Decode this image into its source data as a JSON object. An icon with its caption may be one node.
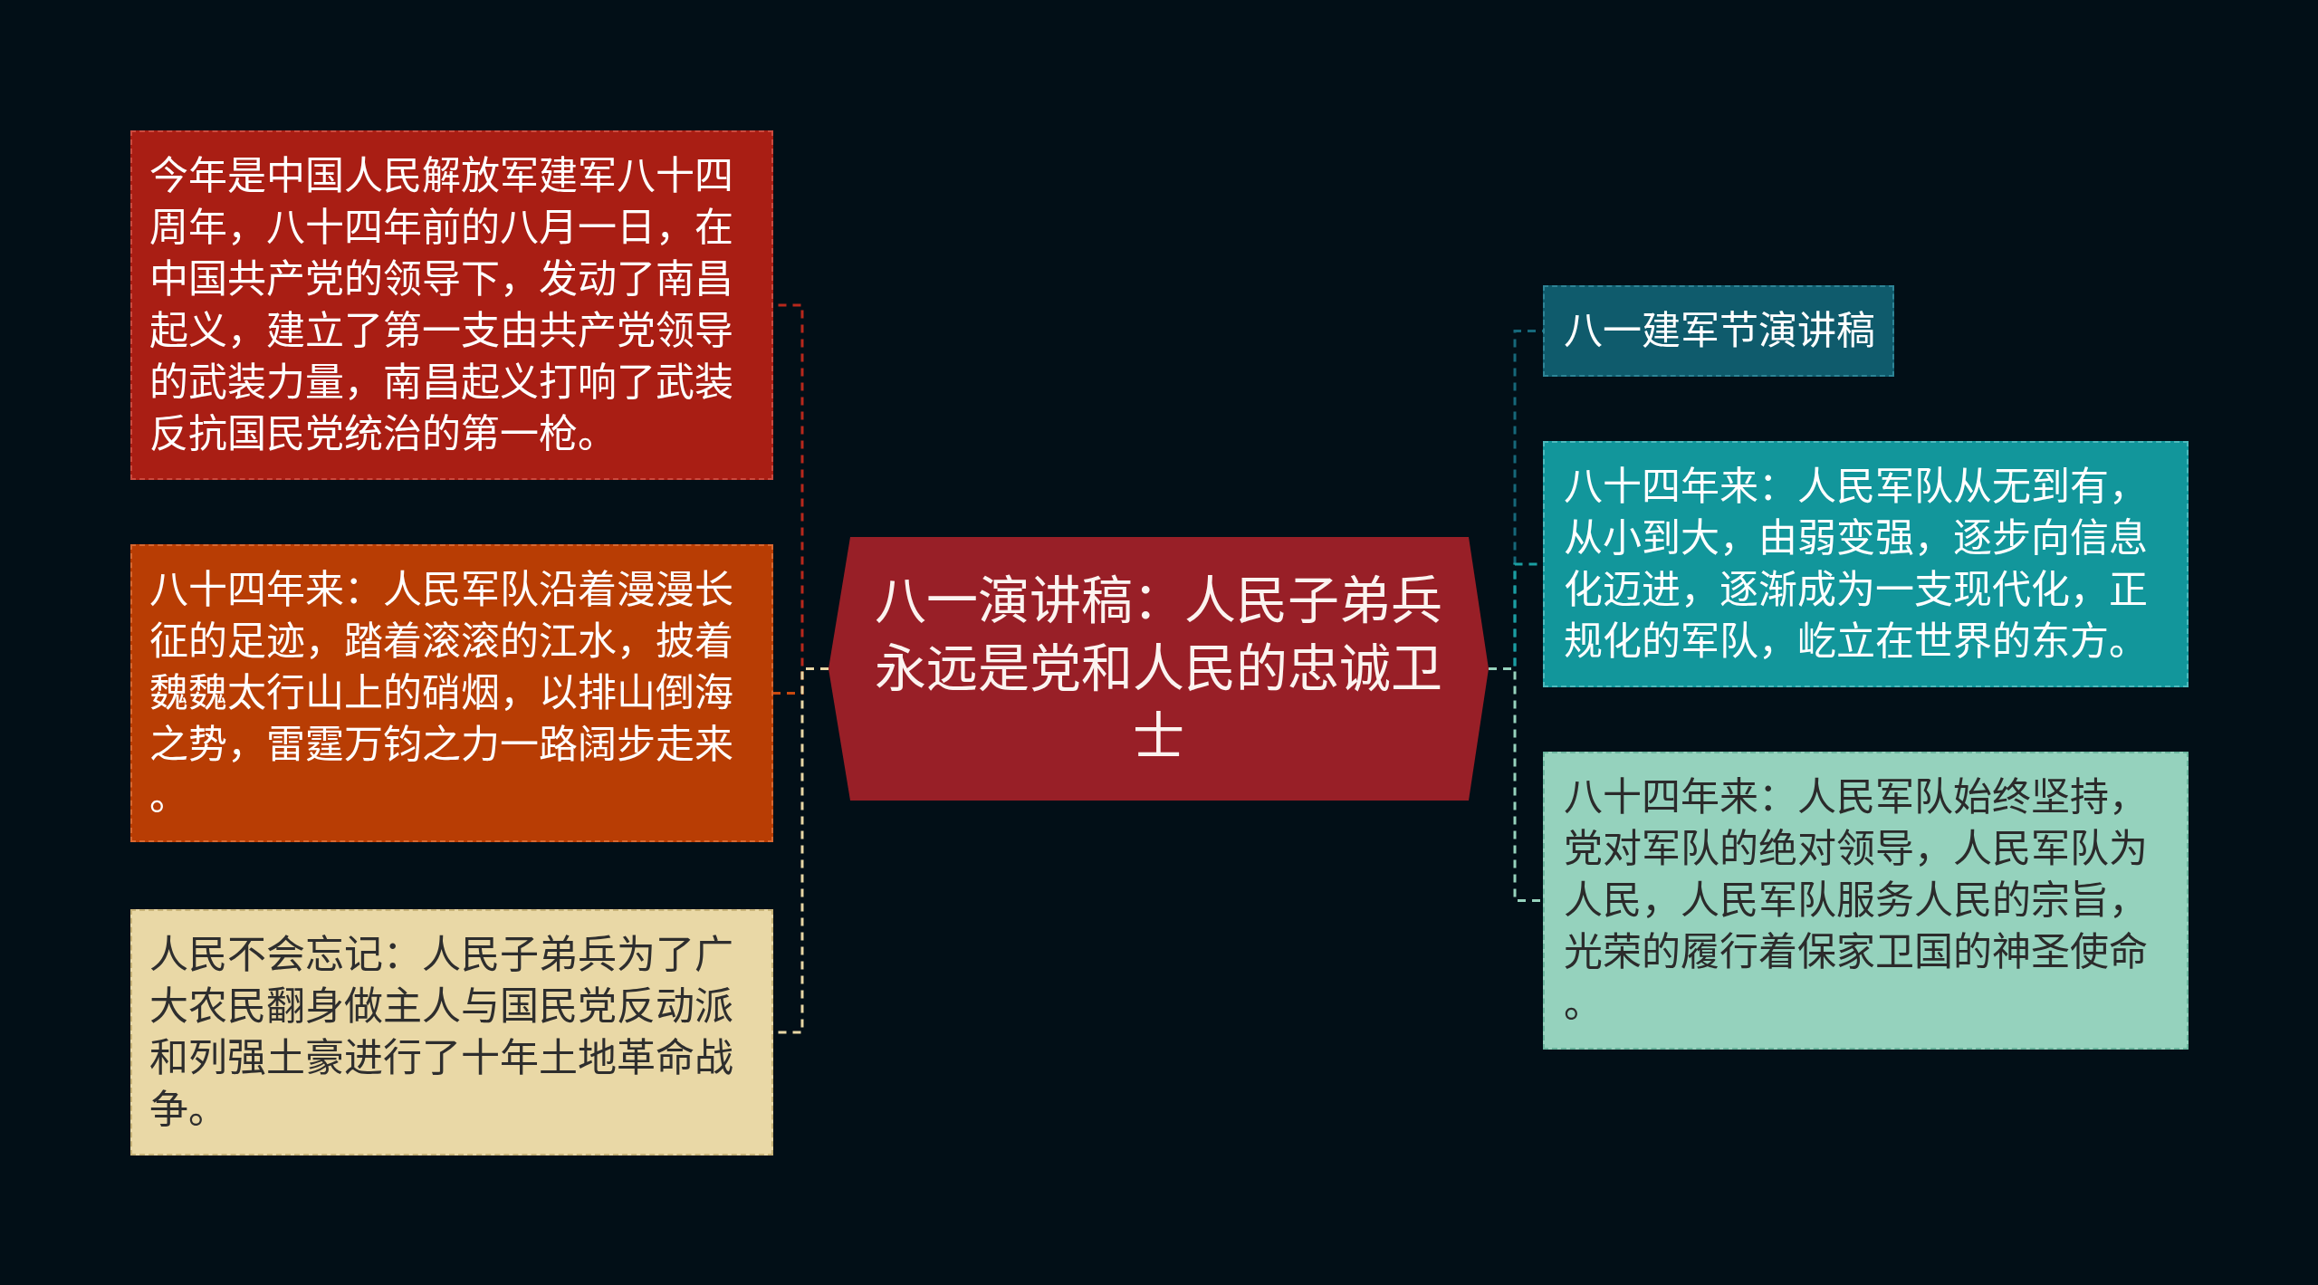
{
  "diagram": {
    "nodes": [
      {
        "text": [
          "八一演讲稿：人民子弟兵永远是党和人民的忠诚卫士"
        ]
      },
      {
        "text": [
          "今年是中国人民解放军建军八十四周年，八十四年前的八月一日，在中国共产党的领导下，发动了南昌起义，建立了第一支由共产党领导的武装力量，南昌起义打响了武装反抗国民党统治的第一枪。"
        ]
      },
      {
        "text": [
          "八十四年来：人民军队沿着漫漫长征的足迹，踏着滚滚的江水，披着魏魏太行山上的硝烟，以排山倒海之势，雷霆万钧之力一路阔步走来。"
        ]
      },
      {
        "text": [
          "人民不会忘记：人民子弟兵为了广大农民翻身做主人与国民党反动派和列强土豪进行了十年土地革命战争。"
        ]
      },
      {
        "text": [
          "八一建军节演讲稿"
        ]
      },
      {
        "text": [
          "八十四年来：人民军队从无到有，从小到大，由弱变强，逐步向信息化迈进，逐渐成为一支现代化，正规化的军队，屹立在世界的东方。"
        ]
      },
      {
        "text": [
          "八十四年来：人民军队始终坚持，党对军队的绝对领导，人民军队为人民，人民军队服务人民的宗旨，光荣的履行着保家卫国的神圣使命。"
        ]
      }
    ],
    "edges": [
      {
        "from": 0,
        "to": 1,
        "arrow": "none",
        "color": "#b8281c"
      },
      {
        "from": 0,
        "to": 2,
        "arrow": "none",
        "color": "#c9490f"
      },
      {
        "from": 0,
        "to": 3,
        "arrow": "none",
        "color": "#e8d7a5"
      },
      {
        "from": 0,
        "to": 4,
        "arrow": "none",
        "color": "#16687a"
      },
      {
        "from": 0,
        "to": 5,
        "arrow": "none",
        "color": "#1a9fa2"
      },
      {
        "from": 0,
        "to": 6,
        "arrow": "none",
        "color": "#96d3bd"
      }
    ]
  }
}
